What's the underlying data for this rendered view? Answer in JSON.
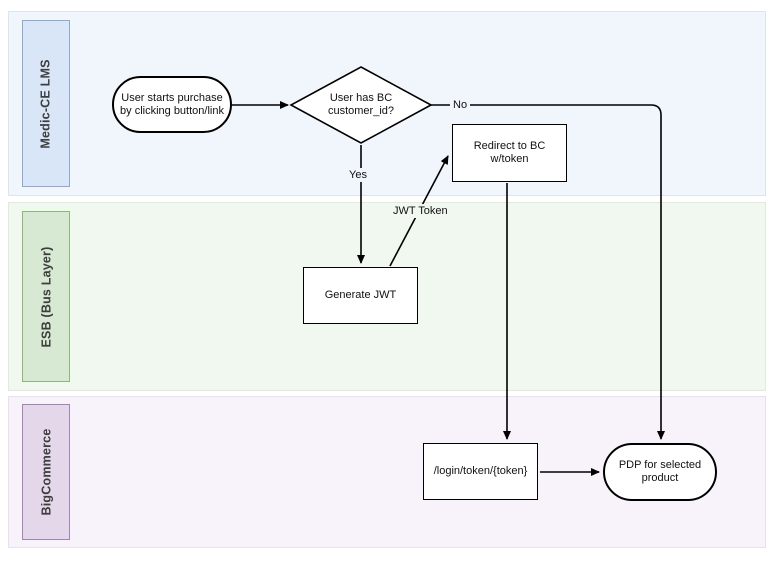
{
  "diagram": {
    "type": "swimlane-flowchart",
    "lanes": [
      {
        "title": "Medic-CE LMS",
        "header_fill": "#d8e6f8",
        "header_stroke": "#8fa9ce",
        "lane_fill": "#f1f5fc"
      },
      {
        "title": "ESB (Bus Layer)",
        "header_fill": "#d7e8d3",
        "header_stroke": "#8cb878",
        "lane_fill": "#f1f8ef"
      },
      {
        "title": "BigCommerce",
        "header_fill": "#e4d7ea",
        "header_stroke": "#a183b5",
        "lane_fill": "#f8f3fa"
      }
    ],
    "nodes": {
      "start": {
        "type": "terminator",
        "lane": "Medic-CE LMS",
        "label": "User starts purchase by clicking button/link"
      },
      "decision": {
        "type": "decision",
        "lane": "Medic-CE LMS",
        "label": "User has BC customer_id?"
      },
      "redirect": {
        "type": "process",
        "lane": "Medic-CE LMS",
        "label": "Redirect to BC w/token"
      },
      "generate_jwt": {
        "type": "process",
        "lane": "ESB (Bus Layer)",
        "label": "Generate JWT"
      },
      "login_token": {
        "type": "process",
        "lane": "BigCommerce",
        "label": "/login/token/{token}"
      },
      "pdp": {
        "type": "terminator",
        "lane": "BigCommerce",
        "label": "PDP for selected product"
      }
    },
    "edge_labels": {
      "yes": "Yes",
      "no": "No",
      "jwt_token": "JWT Token"
    },
    "stroke_color": "#000000",
    "node_fill": "#ffffff"
  }
}
